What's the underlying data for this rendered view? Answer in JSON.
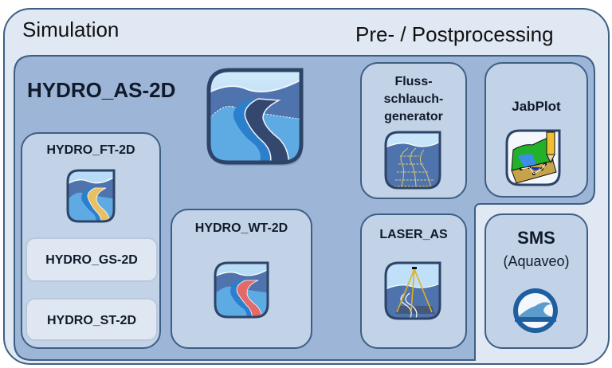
{
  "sections": {
    "simulation": "Simulation",
    "preprocessing": "Pre- / Postprocessing"
  },
  "main_product": {
    "title": "HYDRO_AS-2D",
    "icon": "river-landscape-icon"
  },
  "modules": {
    "ft": {
      "label": "HYDRO_FT-2D",
      "icon": "river-yellow-icon"
    },
    "gs": {
      "label": "HYDRO_GS-2D"
    },
    "st": {
      "label": "HYDRO_ST-2D"
    },
    "wt": {
      "label": "HYDRO_WT-2D",
      "icon": "river-red-icon"
    }
  },
  "tools": {
    "fluss": {
      "line1": "Fluss-",
      "line2": "schlauch-",
      "line3": "generator",
      "icon": "river-mesh-icon"
    },
    "jabplot": {
      "label": "JabPlot",
      "icon": "terrain-plot-icon"
    },
    "laser": {
      "label": "LASER_AS",
      "icon": "laser-survey-icon"
    },
    "sms": {
      "label": "SMS",
      "sublabel": "(Aquaveo)",
      "icon": "wave-logo-icon"
    }
  },
  "colors": {
    "border": "#3e5f85",
    "outer_bg": "#e0e8f3",
    "sim_bg": "#9db5d6",
    "box_bg": "#c2d3e8",
    "light_box_bg": "#dfe7f2"
  }
}
